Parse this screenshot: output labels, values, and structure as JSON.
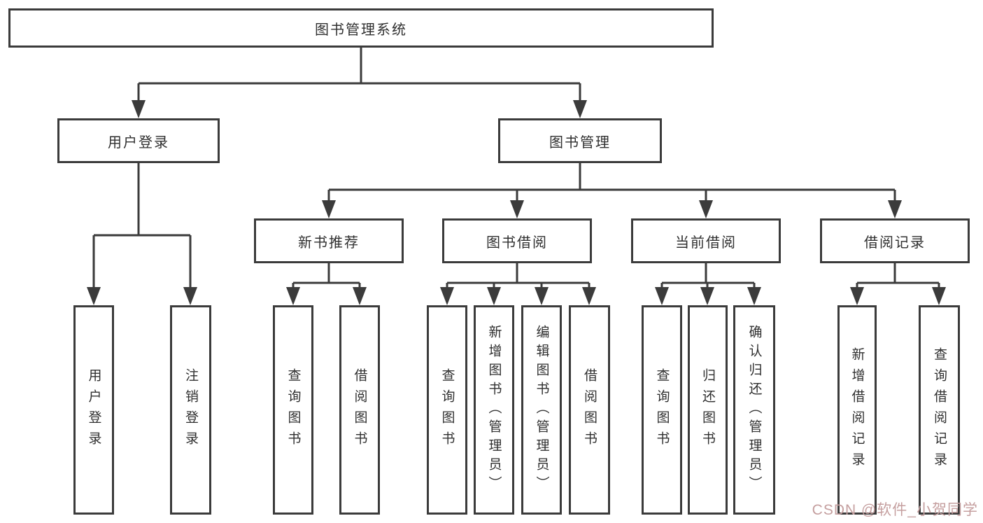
{
  "diagram": {
    "type": "hierarchy-tree",
    "orientation": "top-down"
  },
  "tree": {
    "label": "图书管理系统",
    "children": [
      {
        "label": "用户登录",
        "children": [
          {
            "label": "用户登录"
          },
          {
            "label": "注销登录"
          }
        ]
      },
      {
        "label": "图书管理",
        "children": [
          {
            "label": "新书推荐",
            "children": [
              {
                "label": "查询图书"
              },
              {
                "label": "借阅图书"
              }
            ]
          },
          {
            "label": "图书借阅",
            "children": [
              {
                "label": "查询图书"
              },
              {
                "label": "新增图书（管理员）"
              },
              {
                "label": "编辑图书（管理员）"
              },
              {
                "label": "借阅图书"
              }
            ]
          },
          {
            "label": "当前借阅",
            "children": [
              {
                "label": "查询图书"
              },
              {
                "label": "归还图书"
              },
              {
                "label": "确认归还（管理员）"
              }
            ]
          },
          {
            "label": "借阅记录",
            "children": [
              {
                "label": "新增借阅记录"
              },
              {
                "label": "查询借阅记录"
              }
            ]
          }
        ]
      }
    ]
  },
  "watermark": {
    "text": "CSDN @软件_小贺同学"
  },
  "colors": {
    "line": "#3b3b3b",
    "box_border": "#3b3b3b",
    "box_fill": "#ffffff",
    "text": "#2f2f2f",
    "watermark": "#c59f9f",
    "background": "#ffffff"
  }
}
